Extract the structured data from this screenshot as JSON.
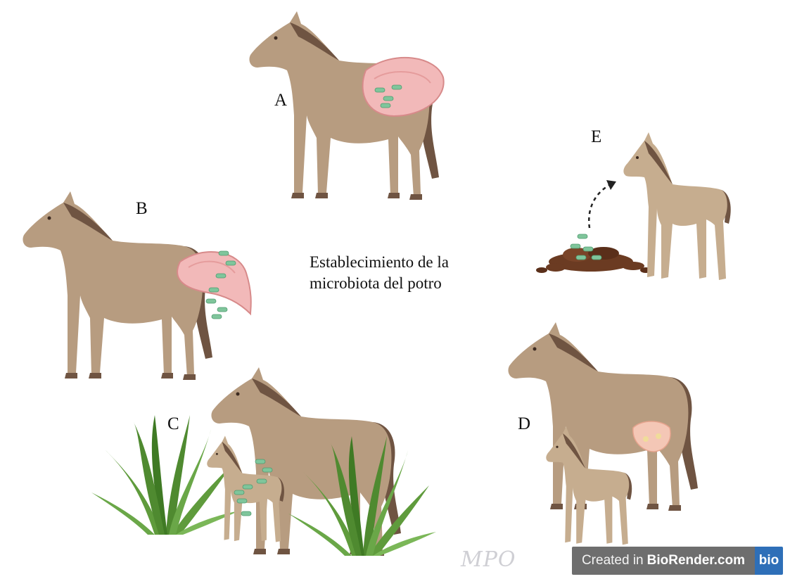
{
  "diagram": {
    "title_line1": "Establecimiento de la",
    "title_line2": "microbiota del potro",
    "panels": [
      {
        "key": "A",
        "label": "A"
      },
      {
        "key": "B",
        "label": "B"
      },
      {
        "key": "C",
        "label": "C"
      },
      {
        "key": "D",
        "label": "D"
      },
      {
        "key": "E",
        "label": "E"
      }
    ]
  },
  "watermark": {
    "created_in": "Created in",
    "brand": "BioRender.com",
    "logo": "bio",
    "signature": "MPO"
  },
  "colors": {
    "horse_body": "#b79c80",
    "horse_dark": "#6f5442",
    "foal_body": "#c6ad8f",
    "uterus": "#f2b9b9",
    "bacteria": "#7fc59b",
    "grass": "#5f9b3c",
    "feces": "#6b3b22"
  },
  "icons": [
    "horse-icon",
    "foal-icon",
    "uterus-icon",
    "bacteria-icon",
    "grass-icon",
    "feces-icon",
    "udder-icon",
    "arrow-icon"
  ]
}
